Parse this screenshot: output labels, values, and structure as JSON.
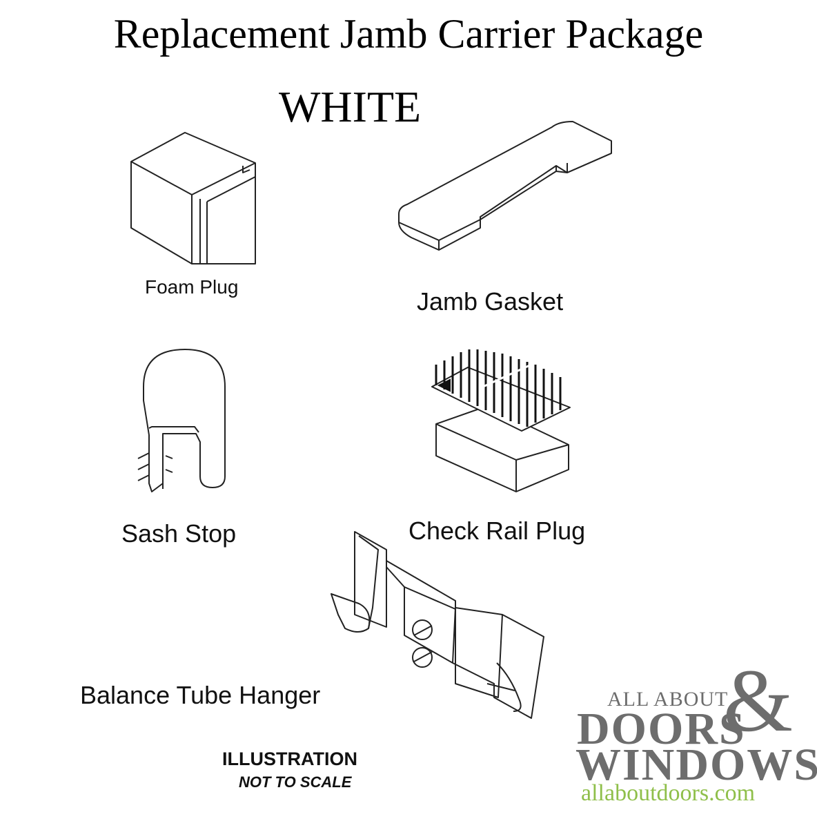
{
  "title": "Replacement Jamb Carrier Package",
  "subtitle": "WHITE",
  "parts": {
    "foam_plug": "Foam Plug",
    "jamb_gasket": "Jamb Gasket",
    "sash_stop": "Sash Stop",
    "check_rail_plug": "Check Rail Plug",
    "balance_tube_hanger": "Balance Tube Hanger"
  },
  "note": {
    "line1": "ILLUSTRATION",
    "line2": "NOT TO SCALE"
  },
  "logo": {
    "top_text": "ALL ABOUT",
    "doors": "DOORS",
    "ampersand": "&",
    "windows": "WINDOWS",
    "url": "allaboutdoors.com",
    "gray_color": "#6d6d6d",
    "green_color": "#8fbf4a"
  }
}
